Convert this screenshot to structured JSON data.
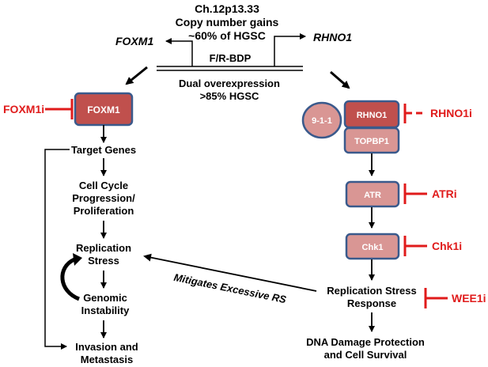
{
  "header": {
    "locus": "Ch.12p13.33",
    "cn_line1": "Copy number gains",
    "cn_line2": "~60% of HGSC"
  },
  "genes": {
    "foxm1": "FOXM1",
    "rhno1": "RHNO1",
    "promoter": "F/R-BDP"
  },
  "overexpression": {
    "line1": "Dual overexpression",
    "line2": ">85% HGSC"
  },
  "left_pathway": {
    "foxm1_box": "FOXM1",
    "target_genes": "Target Genes",
    "cell_cycle_1": "Cell Cycle",
    "cell_cycle_2": "Progression/",
    "cell_cycle_3": "Proliferation",
    "rep_stress_1": "Replication",
    "rep_stress_2": "Stress",
    "genomic_1": "Genomic",
    "genomic_2": "Instability",
    "invasion_1": "Invasion and",
    "invasion_2": "Metastasis"
  },
  "right_pathway": {
    "complex_911": "9-1-1",
    "rhno1_box": "RHNO1",
    "topbp1_box": "TOPBP1",
    "atr_box": "ATR",
    "chk1_box": "Chk1",
    "response_1": "Replication Stress",
    "response_2": "Response",
    "outcome_1": "DNA Damage Protection",
    "outcome_2": "and Cell Survival"
  },
  "mitigates": "Mitigates Excessive RS",
  "inhibitors": {
    "foxm1i": "FOXM1i",
    "rhno1i": "RHNO1i",
    "atri": "ATRi",
    "chk1i": "Chk1i",
    "wee1i": "WEE1i"
  },
  "colors": {
    "inhibitor_red": "#e01b1b",
    "dark_box": "#c0504d",
    "light_box": "#d99694",
    "box_border": "#3a5a8c"
  }
}
